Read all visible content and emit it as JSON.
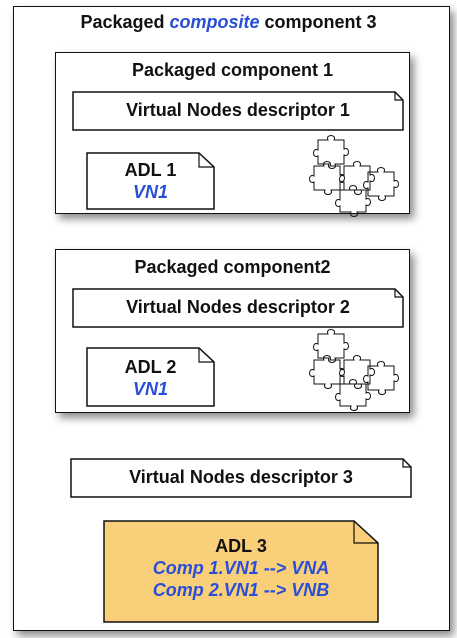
{
  "composite": {
    "title_prefix": "Packaged ",
    "title_emphasis": "composite",
    "title_suffix": " component 3"
  },
  "components": [
    {
      "title": "Packaged component 1",
      "descriptor": "Virtual Nodes descriptor 1",
      "adl_title": "ADL 1",
      "adl_vn": "VN1"
    },
    {
      "title": "Packaged component2",
      "descriptor": "Virtual Nodes descriptor 2",
      "adl_title": "ADL 2",
      "adl_vn": "VN1"
    }
  ],
  "composite_descriptor": "Virtual Nodes descriptor 3",
  "composite_adl": {
    "title": "ADL 3",
    "mapping_1": "Comp 1.VN1 --> VNA",
    "mapping_2": "Comp 2.VN1 --> VNB",
    "fill_color": "#f9cf7a"
  },
  "colors": {
    "accent_text": "#2a4fd6",
    "border": "#111111"
  },
  "icons": [
    "puzzle-pieces-icon"
  ]
}
